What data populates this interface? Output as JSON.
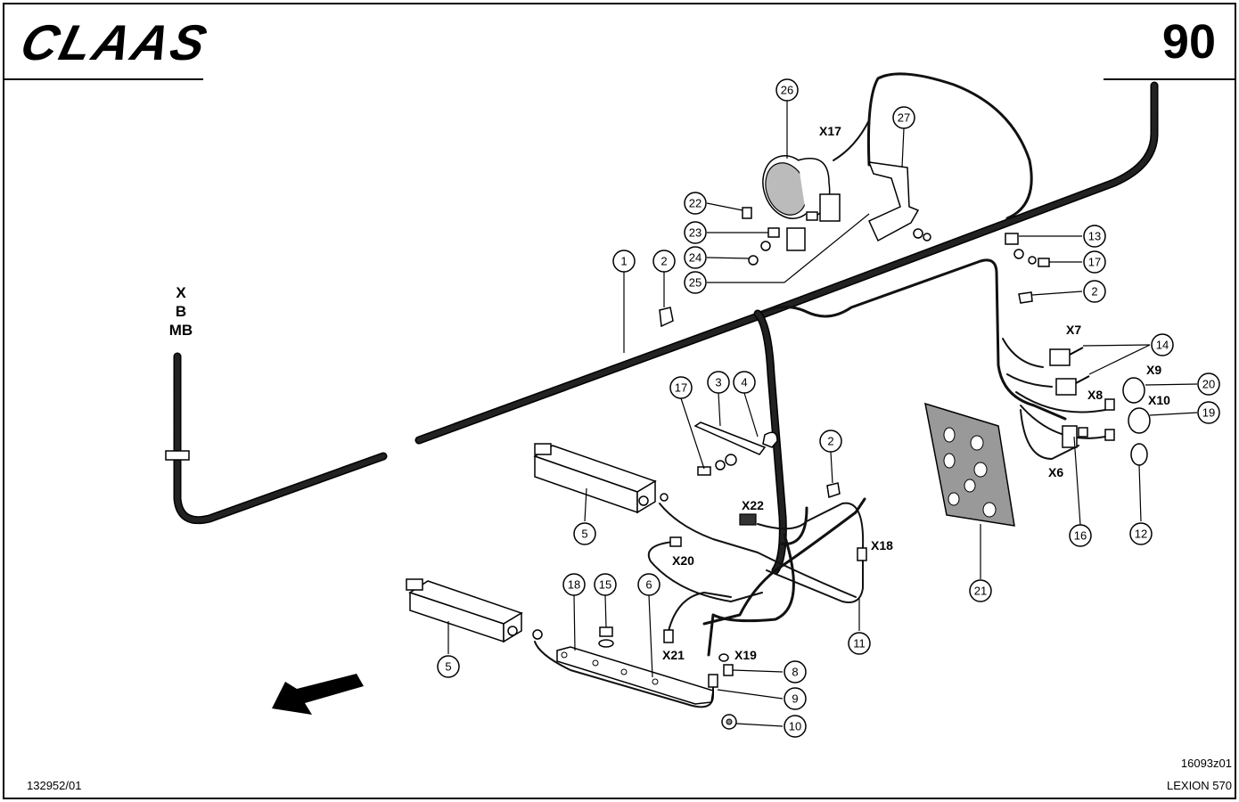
{
  "header": {
    "brand": "CLAAS",
    "page_number": "90"
  },
  "footer": {
    "doc_ref": "132952/01",
    "drawing_ref": "16093z01",
    "model": "LEXION 570"
  },
  "harness_end_label": [
    "X",
    "B",
    "MB"
  ],
  "callouts": [
    {
      "label": "1"
    },
    {
      "label": "2"
    },
    {
      "label": "2"
    },
    {
      "label": "2"
    },
    {
      "label": "3"
    },
    {
      "label": "4"
    },
    {
      "label": "5"
    },
    {
      "label": "5"
    },
    {
      "label": "6"
    },
    {
      "label": "8"
    },
    {
      "label": "9"
    },
    {
      "label": "10"
    },
    {
      "label": "11"
    },
    {
      "label": "12"
    },
    {
      "label": "13"
    },
    {
      "label": "14"
    },
    {
      "label": "15"
    },
    {
      "label": "16"
    },
    {
      "label": "17"
    },
    {
      "label": "17"
    },
    {
      "label": "18"
    },
    {
      "label": "19"
    },
    {
      "label": "20"
    },
    {
      "label": "21"
    },
    {
      "label": "22"
    },
    {
      "label": "23"
    },
    {
      "label": "24"
    },
    {
      "label": "25"
    },
    {
      "label": "26"
    },
    {
      "label": "27"
    }
  ],
  "connectors": [
    {
      "label": "X17"
    },
    {
      "label": "X7"
    },
    {
      "label": "X9"
    },
    {
      "label": "X8"
    },
    {
      "label": "X10"
    },
    {
      "label": "X6"
    },
    {
      "label": "X22"
    },
    {
      "label": "X18"
    },
    {
      "label": "X20"
    },
    {
      "label": "X21"
    },
    {
      "label": "X19"
    }
  ],
  "icons": {
    "direction": "travel-direction-arrow-icon"
  }
}
